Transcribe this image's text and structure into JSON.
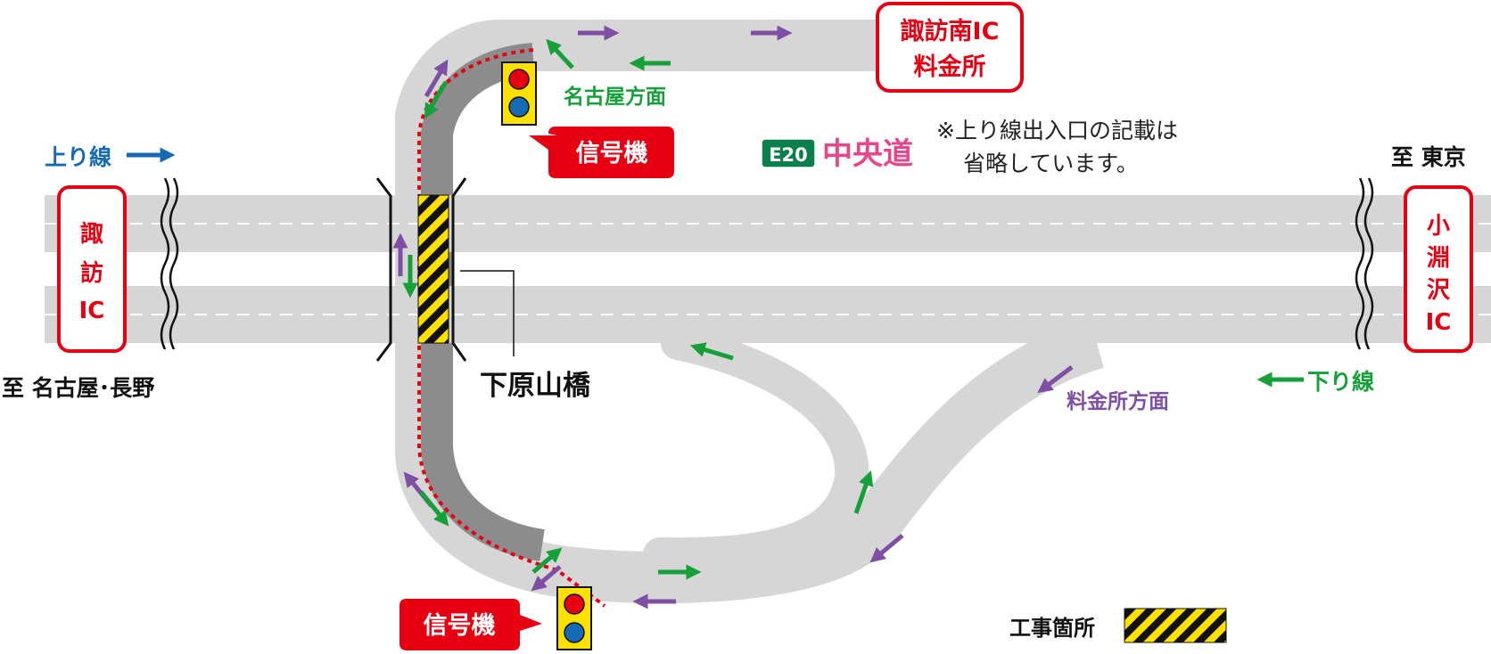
{
  "colors": {
    "road": "#d6d6d6",
    "closed_road": "#8c8c8c",
    "inbound_blue": "#1669b5",
    "outbound_green": "#15a03a",
    "purple": "#7e4fa2",
    "red": "#e60012",
    "pink": "#e8458b",
    "sign_green": "#0b7f4b",
    "hazard_yellow": "#ffe100"
  },
  "labels": {
    "suwa_minami_ic_line1": "諏訪南IC",
    "suwa_minami_ic_line2": "料金所",
    "nagoya_direction": "名古屋方面",
    "signal_top": "信号機",
    "signal_bottom": "信号機",
    "route_number": "E20",
    "expressway_name": "中央道",
    "note_line1": "※上り線出入口の記載は",
    "note_line2": "省略しています。",
    "inbound_line": "上り線",
    "outbound_line": "下り線",
    "to_tokyo": "至 東京",
    "to_nagoya_nagano": "至 名古屋･長野",
    "suwa_ic_line1": "諏",
    "suwa_ic_line2": "訪",
    "suwa_ic_line3": "IC",
    "kobuchizawa_ic_line1": "小",
    "kobuchizawa_ic_line2": "淵",
    "kobuchizawa_ic_line3": "沢",
    "kobuchizawa_ic_line4": "IC",
    "bridge_name": "下原山橋",
    "tollgate_direction": "料金所方面",
    "construction_legend": "工事箇所"
  }
}
